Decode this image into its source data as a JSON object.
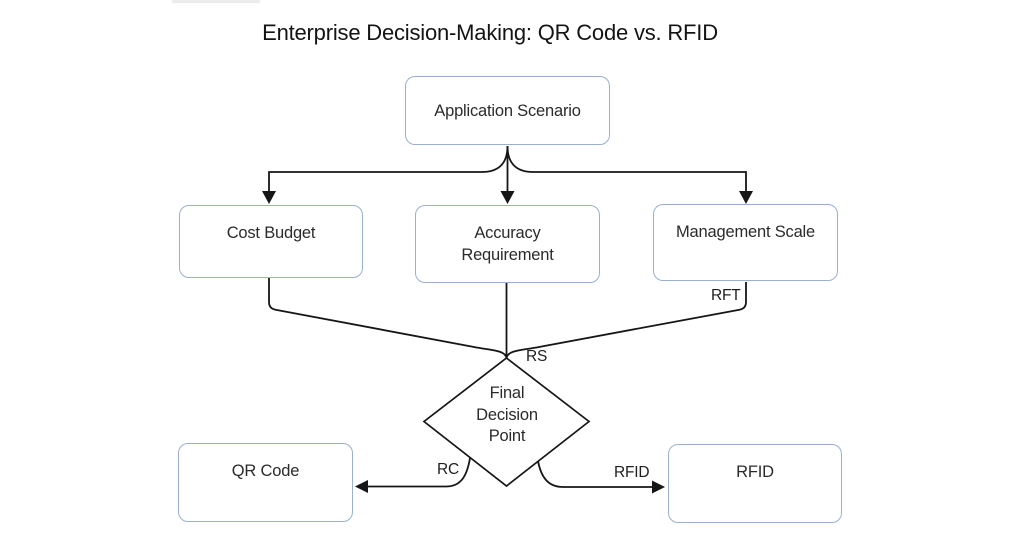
{
  "title": "Enterprise Decision-Making: QR Code vs. RFID",
  "nodes": {
    "application_scenario": {
      "label": "Application Scenario",
      "shape": "rounded-rect"
    },
    "cost_budget": {
      "label": "Cost Budget",
      "shape": "rounded-rect"
    },
    "accuracy_requirement": {
      "label": "Accuracy Requirement",
      "lines": [
        "Accuracy",
        "Requirement"
      ],
      "shape": "rounded-rect"
    },
    "management_scale": {
      "label": "Management Scale",
      "shape": "rounded-rect"
    },
    "final_decision_point": {
      "label": "Final Decision Point",
      "lines": [
        "Final",
        "Decision",
        "Point"
      ],
      "shape": "diamond"
    },
    "qr_code": {
      "label": "QR Code",
      "shape": "rounded-rect"
    },
    "rfid": {
      "label": "RFID",
      "shape": "rounded-rect"
    }
  },
  "edge_labels": {
    "rs": "RS",
    "rft": "RFT",
    "rc": "RC",
    "rfid": "RFID"
  },
  "edges": [
    {
      "from": "application_scenario",
      "to": "cost_budget",
      "label": ""
    },
    {
      "from": "application_scenario",
      "to": "accuracy_requirement",
      "label": ""
    },
    {
      "from": "application_scenario",
      "to": "management_scale",
      "label": ""
    },
    {
      "from": "cost_budget",
      "to": "final_decision_point",
      "label": ""
    },
    {
      "from": "accuracy_requirement",
      "to": "final_decision_point",
      "label": "RS"
    },
    {
      "from": "management_scale",
      "to": "final_decision_point",
      "label": "RFT"
    },
    {
      "from": "final_decision_point",
      "to": "qr_code",
      "label": "RC"
    },
    {
      "from": "final_decision_point",
      "to": "rfid",
      "label": "RFID"
    }
  ],
  "colors": {
    "background": "#ffffff",
    "node_border": "#9cb0ce",
    "node_fill": "#ffffff",
    "line": "#161616",
    "text": "#2b2b2b",
    "title_text": "#141414"
  }
}
